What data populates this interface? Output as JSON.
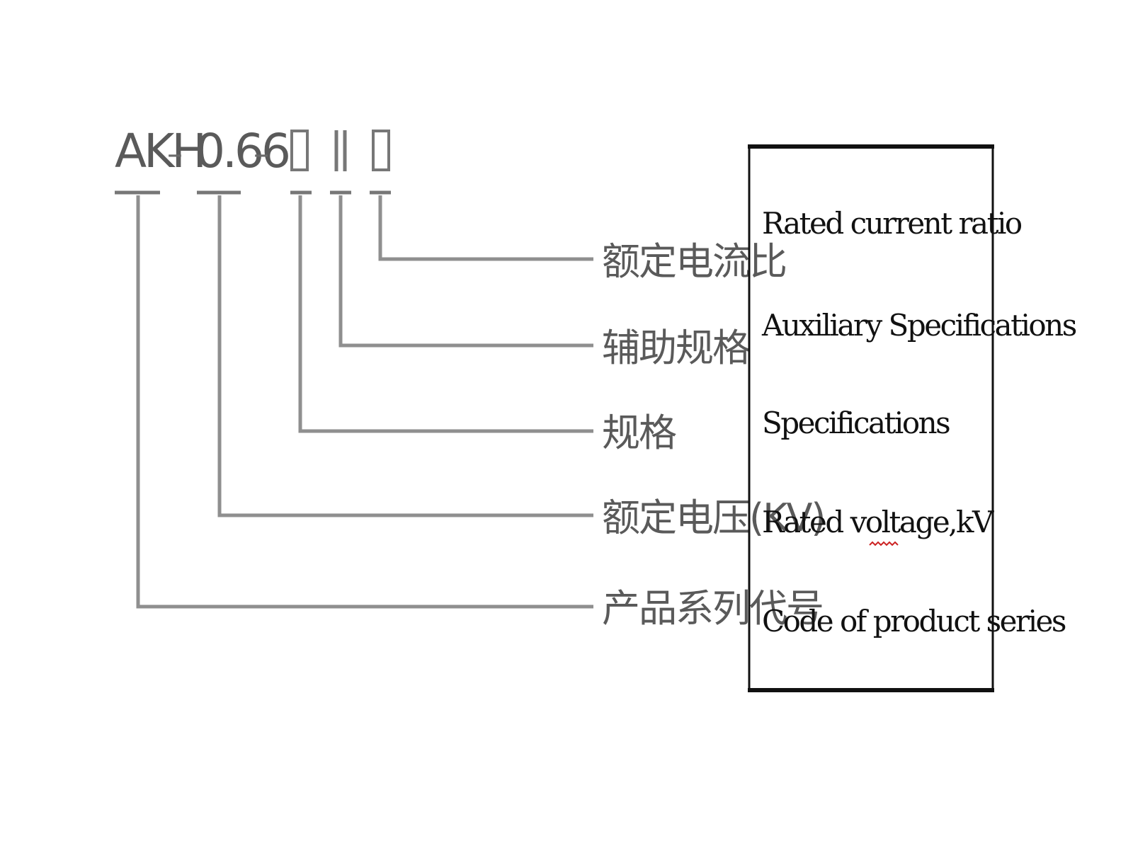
{
  "code": {
    "series": "AKH",
    "voltage": "0.66",
    "dash": "–",
    "aux_mark": "II"
  },
  "labels_cn": {
    "rated_current_ratio": "额定电流比",
    "auxiliary_spec": "辅助规格",
    "specification": "规格",
    "rated_voltage": "额定电压(KV)",
    "product_series_code": "产品系列代号"
  },
  "labels_en": {
    "rated_current_ratio": "Rated current ratio",
    "auxiliary_spec": "Auxiliary Specifications",
    "specification": "Specifications",
    "rated_voltage": "Rated voltage,kV",
    "product_series_code": "Code of product series"
  },
  "colors": {
    "code_text": "#5a5a5a",
    "leader_line": "#8f8f8f",
    "box_border": "#111111",
    "spell_underline": "#cc2222"
  }
}
